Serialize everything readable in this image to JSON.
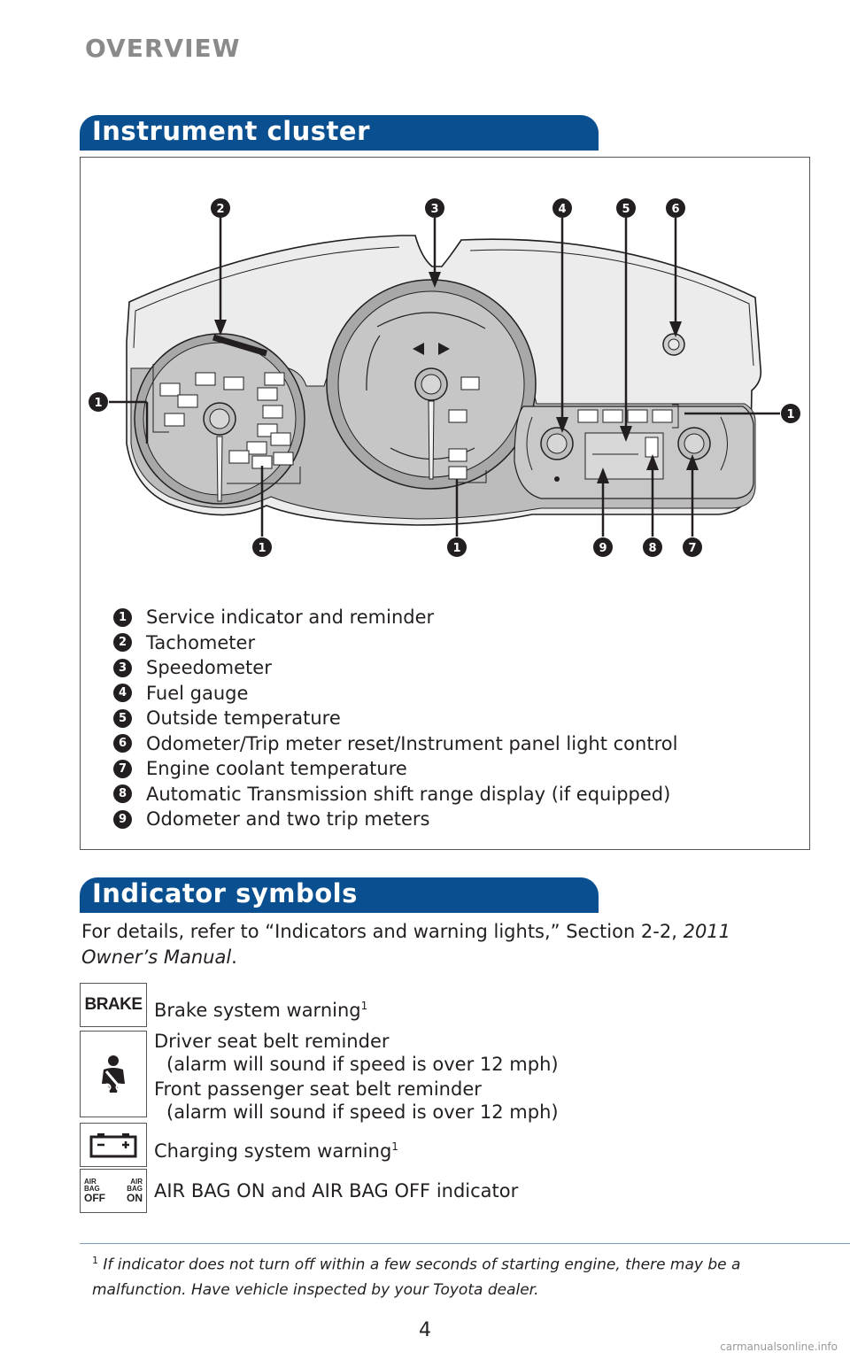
{
  "header": {
    "section": "OVERVIEW"
  },
  "instrument_cluster": {
    "title": "Instrument cluster",
    "callouts": [
      "1",
      "2",
      "3",
      "4",
      "5",
      "6",
      "7",
      "8",
      "9"
    ],
    "legend": [
      {
        "num": "1",
        "label": "Service indicator and reminder"
      },
      {
        "num": "2",
        "label": "Tachometer"
      },
      {
        "num": "3",
        "label": "Speedometer"
      },
      {
        "num": "4",
        "label": "Fuel gauge"
      },
      {
        "num": "5",
        "label": "Outside temperature"
      },
      {
        "num": "6",
        "label": "Odometer/Trip meter reset/Instrument panel light control"
      },
      {
        "num": "7",
        "label": "Engine coolant temperature"
      },
      {
        "num": "8",
        "label": "Automatic Transmission shift range display (if equipped)"
      },
      {
        "num": "9",
        "label": "Odometer and two trip meters"
      }
    ]
  },
  "indicator_symbols": {
    "title": "Indicator symbols",
    "intro_text": "For details, refer to “Indicators and warning lights,” Section 2-2, ",
    "intro_italic": "2011 Owner’s Manual",
    "intro_end": ".",
    "items": [
      {
        "icon": "brake-warning-icon",
        "icon_text": "BRAKE",
        "text": "Brake system warning",
        "sup": "1"
      },
      {
        "icon": "seatbelt-icon",
        "lines": [
          {
            "text": "Driver seat belt reminder",
            "sub": "(alarm will sound if speed is over 12 mph)"
          },
          {
            "text": "Front passenger seat belt reminder",
            "sub": "(alarm will sound if speed is over 12 mph)"
          }
        ]
      },
      {
        "icon": "battery-icon",
        "text": "Charging system warning",
        "sup": "1"
      },
      {
        "icon": "airbag-icon",
        "icon_left_top": "AIR BAG",
        "icon_left_bottom": "OFF",
        "icon_right_top": "AIR BAG",
        "icon_right_bottom": "ON",
        "text": "AIR BAG ON and AIR BAG OFF indicator"
      }
    ]
  },
  "footnote": {
    "marker": "1",
    "text": "If indicator does not turn off within a few seconds of starting engine, there may be a malfunction. Have vehicle inspected by your Toyota dealer."
  },
  "page_number": "4",
  "watermark": "carmanualsonline.info"
}
